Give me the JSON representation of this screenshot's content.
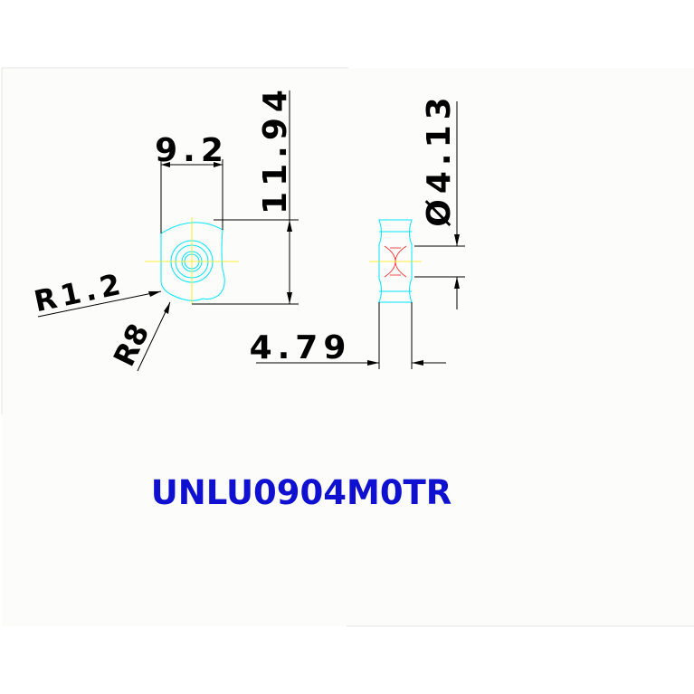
{
  "drawing": {
    "part_number": "UNLU0904M0TR",
    "dimensions": {
      "width_top": "9.2",
      "height_right": "11.94",
      "corner_radius": "R1.2",
      "side_radius": "R8",
      "thickness": "4.79",
      "hole_diameter": "Ø4.13"
    },
    "colors": {
      "sheet": "#fcfdfa",
      "border": "#e3e6e3",
      "outline": "#00e5ff",
      "centerline": "#ffe800",
      "hidden": "#ff2020",
      "dimension": "#000000",
      "part_code": "#1010d0"
    }
  }
}
